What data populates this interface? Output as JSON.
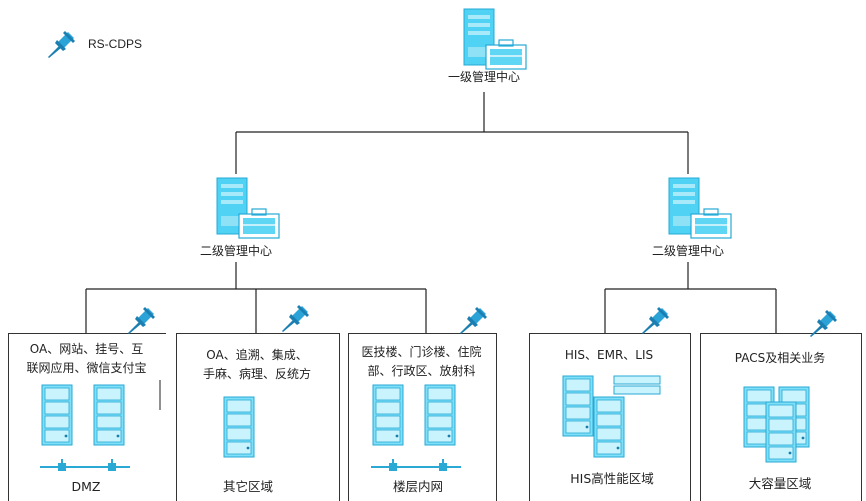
{
  "legend": {
    "label": "RS-CDPS"
  },
  "top_node": {
    "label": "一级管理中心"
  },
  "mid_nodes": [
    {
      "label": "二级管理中心"
    },
    {
      "label": "二级管理中心"
    }
  ],
  "zones": [
    {
      "desc": [
        "OA、网站、挂号、互",
        "联网应用、微信支付宝"
      ],
      "name": "DMZ"
    },
    {
      "desc": [
        "OA、追溯、集成、",
        "手麻、病理、反统方"
      ],
      "name": "其它区域"
    },
    {
      "desc": [
        "医技楼、门诊楼、住院",
        "部、行政区、放射科"
      ],
      "name": "楼层内网"
    },
    {
      "desc": [
        "HIS、EMR、LIS"
      ],
      "name": "HIS高性能区域"
    },
    {
      "desc": [
        "PACS及相关业务"
      ],
      "name": "大容量区域"
    }
  ],
  "colors": {
    "accent": "#38c6ee",
    "accent_dark": "#1a9cc7",
    "line": "#222222"
  }
}
